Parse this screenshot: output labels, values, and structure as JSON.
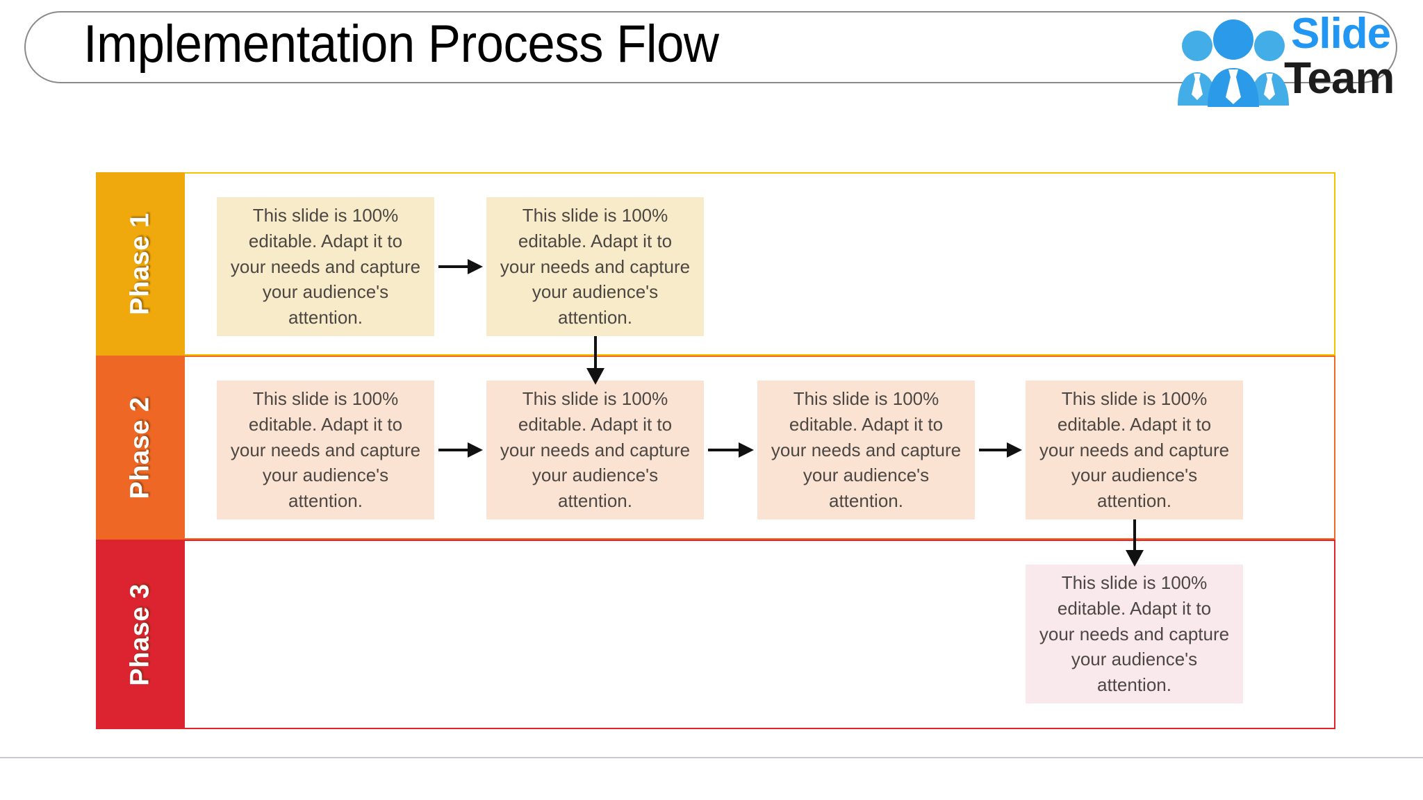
{
  "header": {
    "title": "Implementation Process Flow",
    "logo": {
      "brand_primary": "Slide",
      "brand_secondary": "Team",
      "people_icon": "three-people-with-ties-icon",
      "color_blue": "#2196f3",
      "color_dark": "#1d1d1d"
    }
  },
  "diagram": {
    "type": "swimlane-process-flow",
    "body_text": "This slide is 100% editable. Adapt it to your needs and capture your audience's attention.",
    "rows": [
      {
        "label": "Phase 1",
        "bar_color": "#f0a90c",
        "border_color": "#f2c400",
        "box_color": "#f7ebc9",
        "box_count": 2,
        "boxes": [
          {
            "text": "This slide is 100% editable. Adapt it to your needs and capture your audience's attention."
          },
          {
            "text": "This slide is 100% editable. Adapt it to your needs and capture your audience's attention."
          }
        ]
      },
      {
        "label": "Phase 2",
        "bar_color": "#ef6724",
        "border_color": "#ef6724",
        "box_color": "#fae3d2",
        "box_count": 4,
        "boxes": [
          {
            "text": "This slide is 100% editable. Adapt it to your needs and capture your audience's attention."
          },
          {
            "text": "This slide is 100% editable. Adapt it to your needs and capture your audience's attention."
          },
          {
            "text": "This slide is 100% editable. Adapt it to your needs and capture your audience's attention."
          },
          {
            "text": "This slide is 100% editable. Adapt it to your needs and capture your audience's attention."
          }
        ]
      },
      {
        "label": "Phase 3",
        "bar_color": "#dc2430",
        "border_color": "#e32229",
        "box_color": "#fae9ec",
        "box_count": 1,
        "boxes": [
          {
            "text": "This slide is 100% editable. Adapt it to your needs and capture your audience's attention."
          }
        ]
      }
    ],
    "connectors": [
      {
        "name": "arrow-p1-box1-to-box2",
        "direction": "right"
      },
      {
        "name": "arrow-p1-box2-to-p2-box2",
        "direction": "down"
      },
      {
        "name": "arrow-p2-box1-to-box2",
        "direction": "right"
      },
      {
        "name": "arrow-p2-box2-to-box3",
        "direction": "right"
      },
      {
        "name": "arrow-p2-box3-to-box4",
        "direction": "right"
      },
      {
        "name": "arrow-p2-box4-to-p3-box1",
        "direction": "down"
      }
    ]
  }
}
